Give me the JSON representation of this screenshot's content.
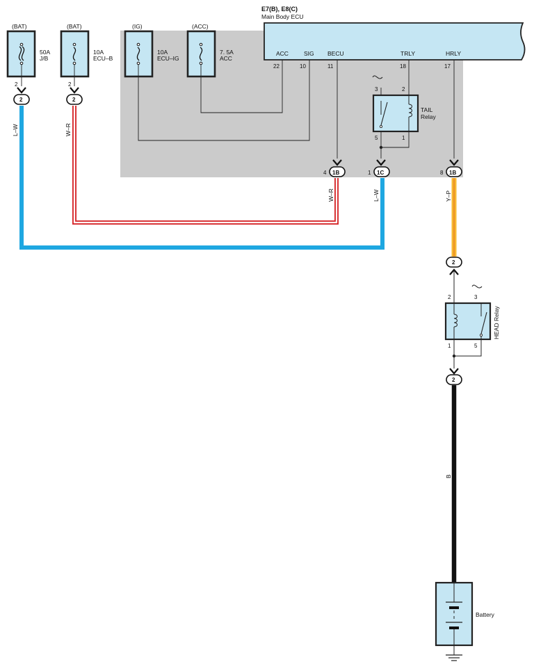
{
  "ecu": {
    "title_line1": "E7(B), E8(C)",
    "title_line2": "Main Body ECU",
    "terminals": [
      {
        "name": "ACC",
        "pin": "22"
      },
      {
        "name": "SIG",
        "pin": "10"
      },
      {
        "name": "BECU",
        "pin": "11"
      },
      {
        "name": "TRLY",
        "pin": "18"
      },
      {
        "name": "HRLY",
        "pin": "17"
      }
    ]
  },
  "fuses": [
    {
      "source": "(BAT)",
      "rating": "50A",
      "name": "J/B",
      "pin": "2"
    },
    {
      "source": "(BAT)",
      "rating": "10A",
      "name": "ECU–B",
      "pin": "2"
    },
    {
      "source": "(IG)",
      "rating": "10A",
      "name": "ECU–IG"
    },
    {
      "source": "(ACC)",
      "rating": "7. 5A",
      "name": "ACC"
    }
  ],
  "tail_relay": {
    "name_line1": "TAIL",
    "name_line2": "Relay",
    "pins": {
      "p3": "3",
      "p2": "2",
      "p5": "5",
      "p1": "1"
    }
  },
  "head_relay": {
    "name": "HEAD Relay",
    "pins": {
      "p2": "2",
      "p3": "3",
      "p1": "1",
      "p5": "5"
    }
  },
  "connectors": {
    "jb_out": "2",
    "ecub_out": "2",
    "becu": {
      "pin": "4",
      "id": "1B"
    },
    "trly": {
      "pin": "1",
      "id": "1C"
    },
    "hrly": {
      "pin": "8",
      "id": "1B"
    },
    "head_in": "2",
    "head_out": "2"
  },
  "wires": {
    "lw_left": "L–W",
    "wr_left": "W–R",
    "wr_right": "W–R",
    "lw_right": "L–W",
    "yp": "Y–P",
    "b": "B"
  },
  "battery": {
    "label": "Battery"
  },
  "colors": {
    "wire_lw": "#1ea7e1",
    "wire_wr_red": "#d6282b",
    "wire_yp": "#f7b731",
    "wire_b": "#111111",
    "component_fill": "#c5e6f3",
    "ecu_region": "#cbcbcb",
    "ecu_fill": "#c5e6f3"
  }
}
